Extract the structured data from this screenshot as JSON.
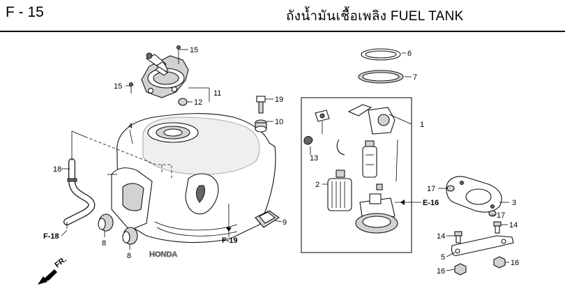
{
  "header": {
    "page_id": "F - 15",
    "title": "ถังน้ำมันเชื้อเพลิง  FUEL TANK"
  },
  "callouts": {
    "c1": "1",
    "c2": "2",
    "c3": "3",
    "c4": "4",
    "c5": "5",
    "c6": "6",
    "c7": "7",
    "c8a": "8",
    "c8b": "8",
    "c9": "9",
    "c10": "10",
    "c11": "11",
    "c12": "12",
    "c13": "13",
    "c14a": "14",
    "c14b": "14",
    "c15a": "15",
    "c15b": "15",
    "c16a": "16",
    "c16b": "16",
    "c17a": "17",
    "c17b": "17",
    "c18": "18",
    "c19": "19"
  },
  "references": {
    "f18": "F-18",
    "f19": "F-19",
    "e16": "E-16",
    "fr": "FR."
  },
  "tank_logo": "HONDA"
}
